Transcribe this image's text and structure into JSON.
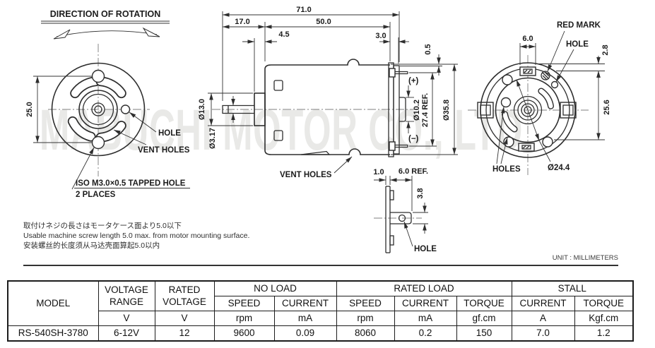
{
  "drawing": {
    "watermark": "MABUCHI MOTOR CO., LTD.",
    "unit": "UNIT : MILLIMETERS",
    "front": {
      "title": "DIRECTION OF ROTATION",
      "dim_hole_spacing": "25.0",
      "hole_label": "HOLE",
      "vent_label": "VENT HOLES",
      "tapped_line1": "ISO M3.0×0.5 TAPPED HOLE",
      "tapped_line2": "2 PLACES"
    },
    "side": {
      "overall_length": "71.0",
      "shaft_length": "17.0",
      "case_length": "50.0",
      "boss_protrusion": "4.5",
      "endbell_length": "3.0",
      "step": "0.5",
      "boss_dia": "Ø13.0",
      "shaft_dia": "Ø3.17",
      "rear_boss_dia": "Ø10.2",
      "terminal_span": "27.4 REF.",
      "case_dia": "Ø35.8",
      "plus_terminal": "(+)",
      "minus_terminal": "(−)",
      "vent_label": "VENT HOLES"
    },
    "detail": {
      "thickness": "1.0",
      "protrusion": "6.0 REF.",
      "height": "3.8",
      "hole_label": "HOLE"
    },
    "rear": {
      "red_mark": "RED MARK",
      "hole_label": "HOLE",
      "terminal_width": "6.0",
      "hole_offset": "2.8",
      "hole_spacing": "25.6",
      "holes_label": "HOLES",
      "cap_dia": "Ø24.4"
    },
    "notes": {
      "jp": "取付けネジの長さはモータケース面より5.0以下",
      "en": "Usable machine screw length 5.0 max. from motor mounting surface.",
      "cn": "安装螺丝的长度须从马达壳面算起5.0以内"
    }
  },
  "table": {
    "headers": {
      "model": "MODEL",
      "voltage_range_1": "VOLTAGE",
      "voltage_range_2": "RANGE",
      "rated_voltage_1": "RATED",
      "rated_voltage_2": "VOLTAGE",
      "no_load": "NO LOAD",
      "rated_load": "RATED LOAD",
      "stall": "STALL",
      "speed": "SPEED",
      "current": "CURRENT",
      "torque": "TORQUE"
    },
    "units": {
      "voltage_range": "V",
      "rated_voltage": "V",
      "nl_speed": "rpm",
      "nl_current": "mA",
      "rl_speed": "rpm",
      "rl_current": "mA",
      "rl_torque": "gf.cm",
      "st_current": "A",
      "st_torque": "Kgf.cm"
    },
    "row": {
      "model": "RS-540SH-3780",
      "voltage_range": "6-12V",
      "rated_voltage": "12",
      "nl_speed": "9600",
      "nl_current": "0.09",
      "rl_speed": "8060",
      "rl_current": "0.2",
      "rl_torque": "150",
      "st_current": "7.0",
      "st_torque": "1.2"
    }
  }
}
